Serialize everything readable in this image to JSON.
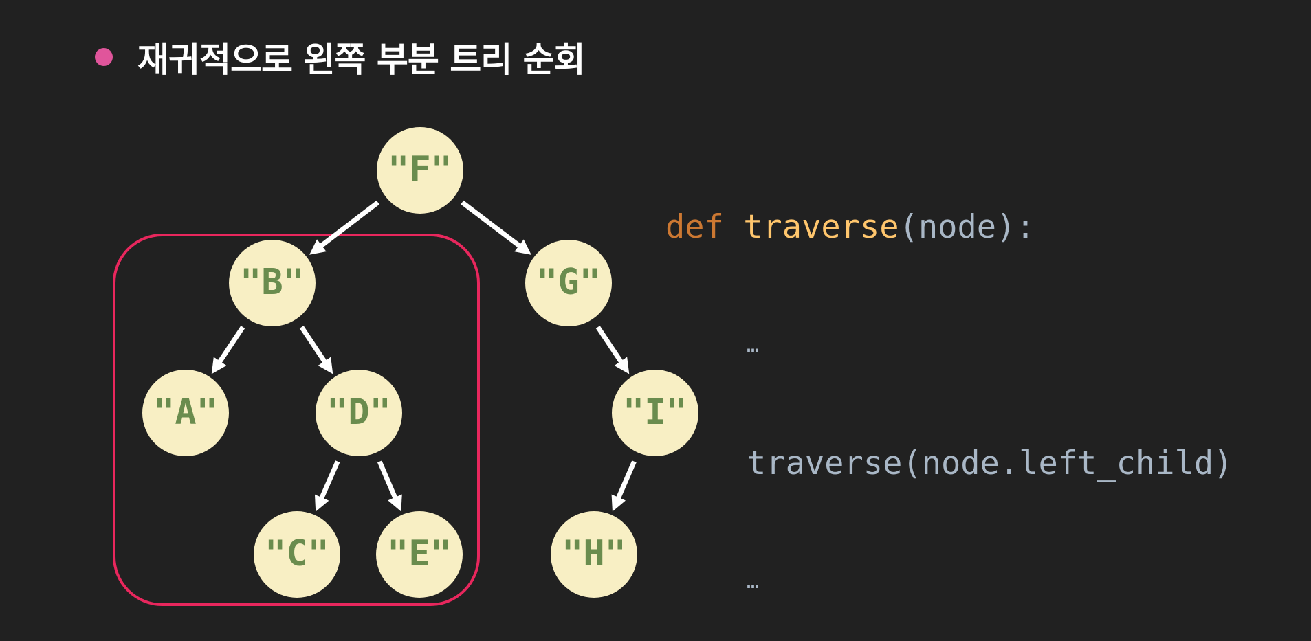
{
  "heading": {
    "text": "재귀적으로 왼쪽 부분 트리 순회"
  },
  "colors": {
    "background": "#212121",
    "bullet": "#e0559b",
    "node_fill": "#f8efc4",
    "node_text": "#6a8c4e",
    "highlight_box": "#e8275d",
    "arrow": "#ffffff",
    "code_keyword": "#cc7832",
    "code_function": "#ffc66d",
    "code_text": "#a9b7c6"
  },
  "tree": {
    "nodes": [
      {
        "id": "F",
        "label": "\"F\""
      },
      {
        "id": "B",
        "label": "\"B\""
      },
      {
        "id": "G",
        "label": "\"G\""
      },
      {
        "id": "A",
        "label": "\"A\""
      },
      {
        "id": "D",
        "label": "\"D\""
      },
      {
        "id": "I",
        "label": "\"I\""
      },
      {
        "id": "C",
        "label": "\"C\""
      },
      {
        "id": "E",
        "label": "\"E\""
      },
      {
        "id": "H",
        "label": "\"H\""
      }
    ],
    "edges": [
      {
        "from": "F",
        "to": "B"
      },
      {
        "from": "F",
        "to": "G"
      },
      {
        "from": "B",
        "to": "A"
      },
      {
        "from": "B",
        "to": "D"
      },
      {
        "from": "D",
        "to": "C"
      },
      {
        "from": "D",
        "to": "E"
      },
      {
        "from": "G",
        "to": "I"
      },
      {
        "from": "I",
        "to": "H"
      }
    ],
    "highlighted_subtree_root": "B"
  },
  "code": {
    "line1": {
      "keyword": "def",
      "function": "traverse",
      "rest": "(node):"
    },
    "line2": "…",
    "line3": "traverse(node.left_child)",
    "line4": "…"
  }
}
